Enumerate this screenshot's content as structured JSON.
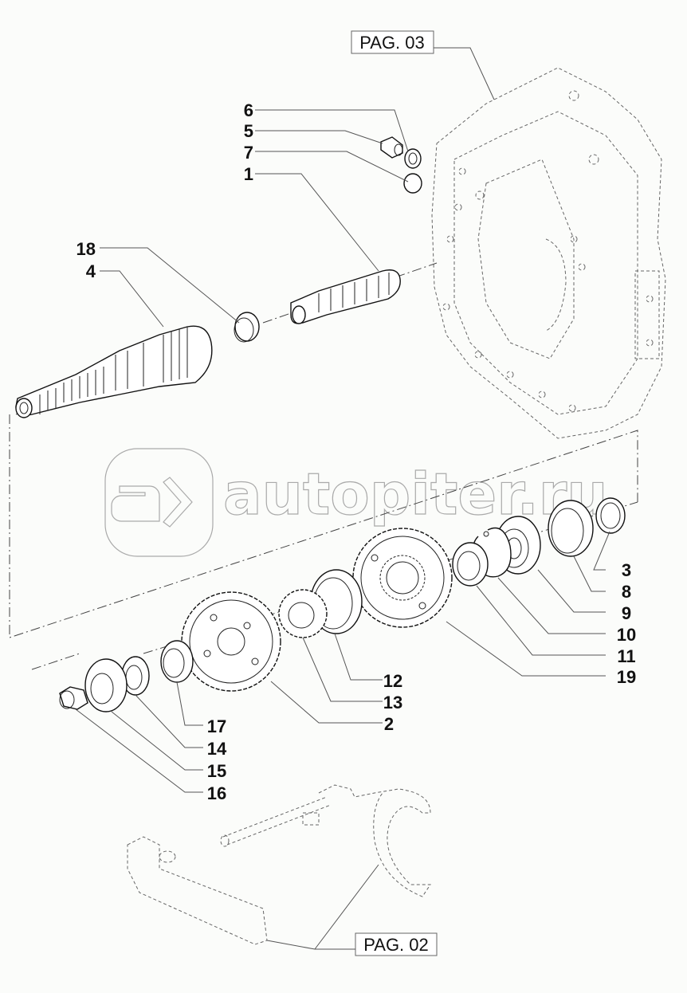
{
  "diagram": {
    "type": "exploded-parts-view",
    "references": [
      {
        "id": "ref-top",
        "label": "PAG. 03"
      },
      {
        "id": "ref-bottom",
        "label": "PAG. 02"
      }
    ],
    "callouts": [
      {
        "num": "6"
      },
      {
        "num": "5"
      },
      {
        "num": "7"
      },
      {
        "num": "1"
      },
      {
        "num": "18"
      },
      {
        "num": "4"
      },
      {
        "num": "3"
      },
      {
        "num": "8"
      },
      {
        "num": "9"
      },
      {
        "num": "10"
      },
      {
        "num": "11"
      },
      {
        "num": "19"
      },
      {
        "num": "12"
      },
      {
        "num": "13"
      },
      {
        "num": "2"
      },
      {
        "num": "17"
      },
      {
        "num": "14"
      },
      {
        "num": "15"
      },
      {
        "num": "16"
      }
    ],
    "watermark": "autopiter.ru"
  }
}
